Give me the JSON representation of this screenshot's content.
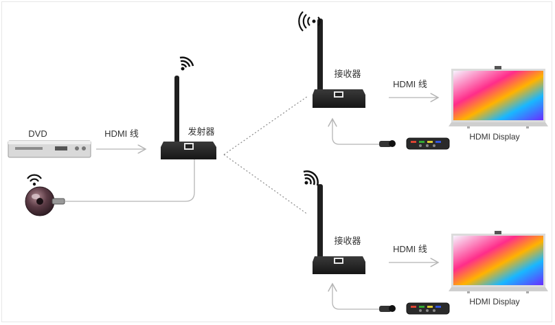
{
  "labels": {
    "dvd": "DVD",
    "hdmi_cable_in": "HDMI 线",
    "transmitter": "发射器",
    "receiver_top": "接收器",
    "receiver_bottom": "接收器",
    "hdmi_cable_out_top": "HDMI 线",
    "hdmi_cable_out_bottom": "HDMI 线",
    "display_top": "HDMI Display",
    "display_bottom": "HDMI Display"
  },
  "colors": {
    "device_body": "#2a2a2a",
    "antenna": "#1f1f1f",
    "arrow": "#b5b5b5",
    "wifi": "#111111",
    "link_dots": "#888888",
    "text": "#333333"
  },
  "icons": [
    "wifi-signal-icon",
    "ir-extender-icon",
    "remote-control-icon",
    "dvd-player-icon",
    "tv-display-icon"
  ]
}
